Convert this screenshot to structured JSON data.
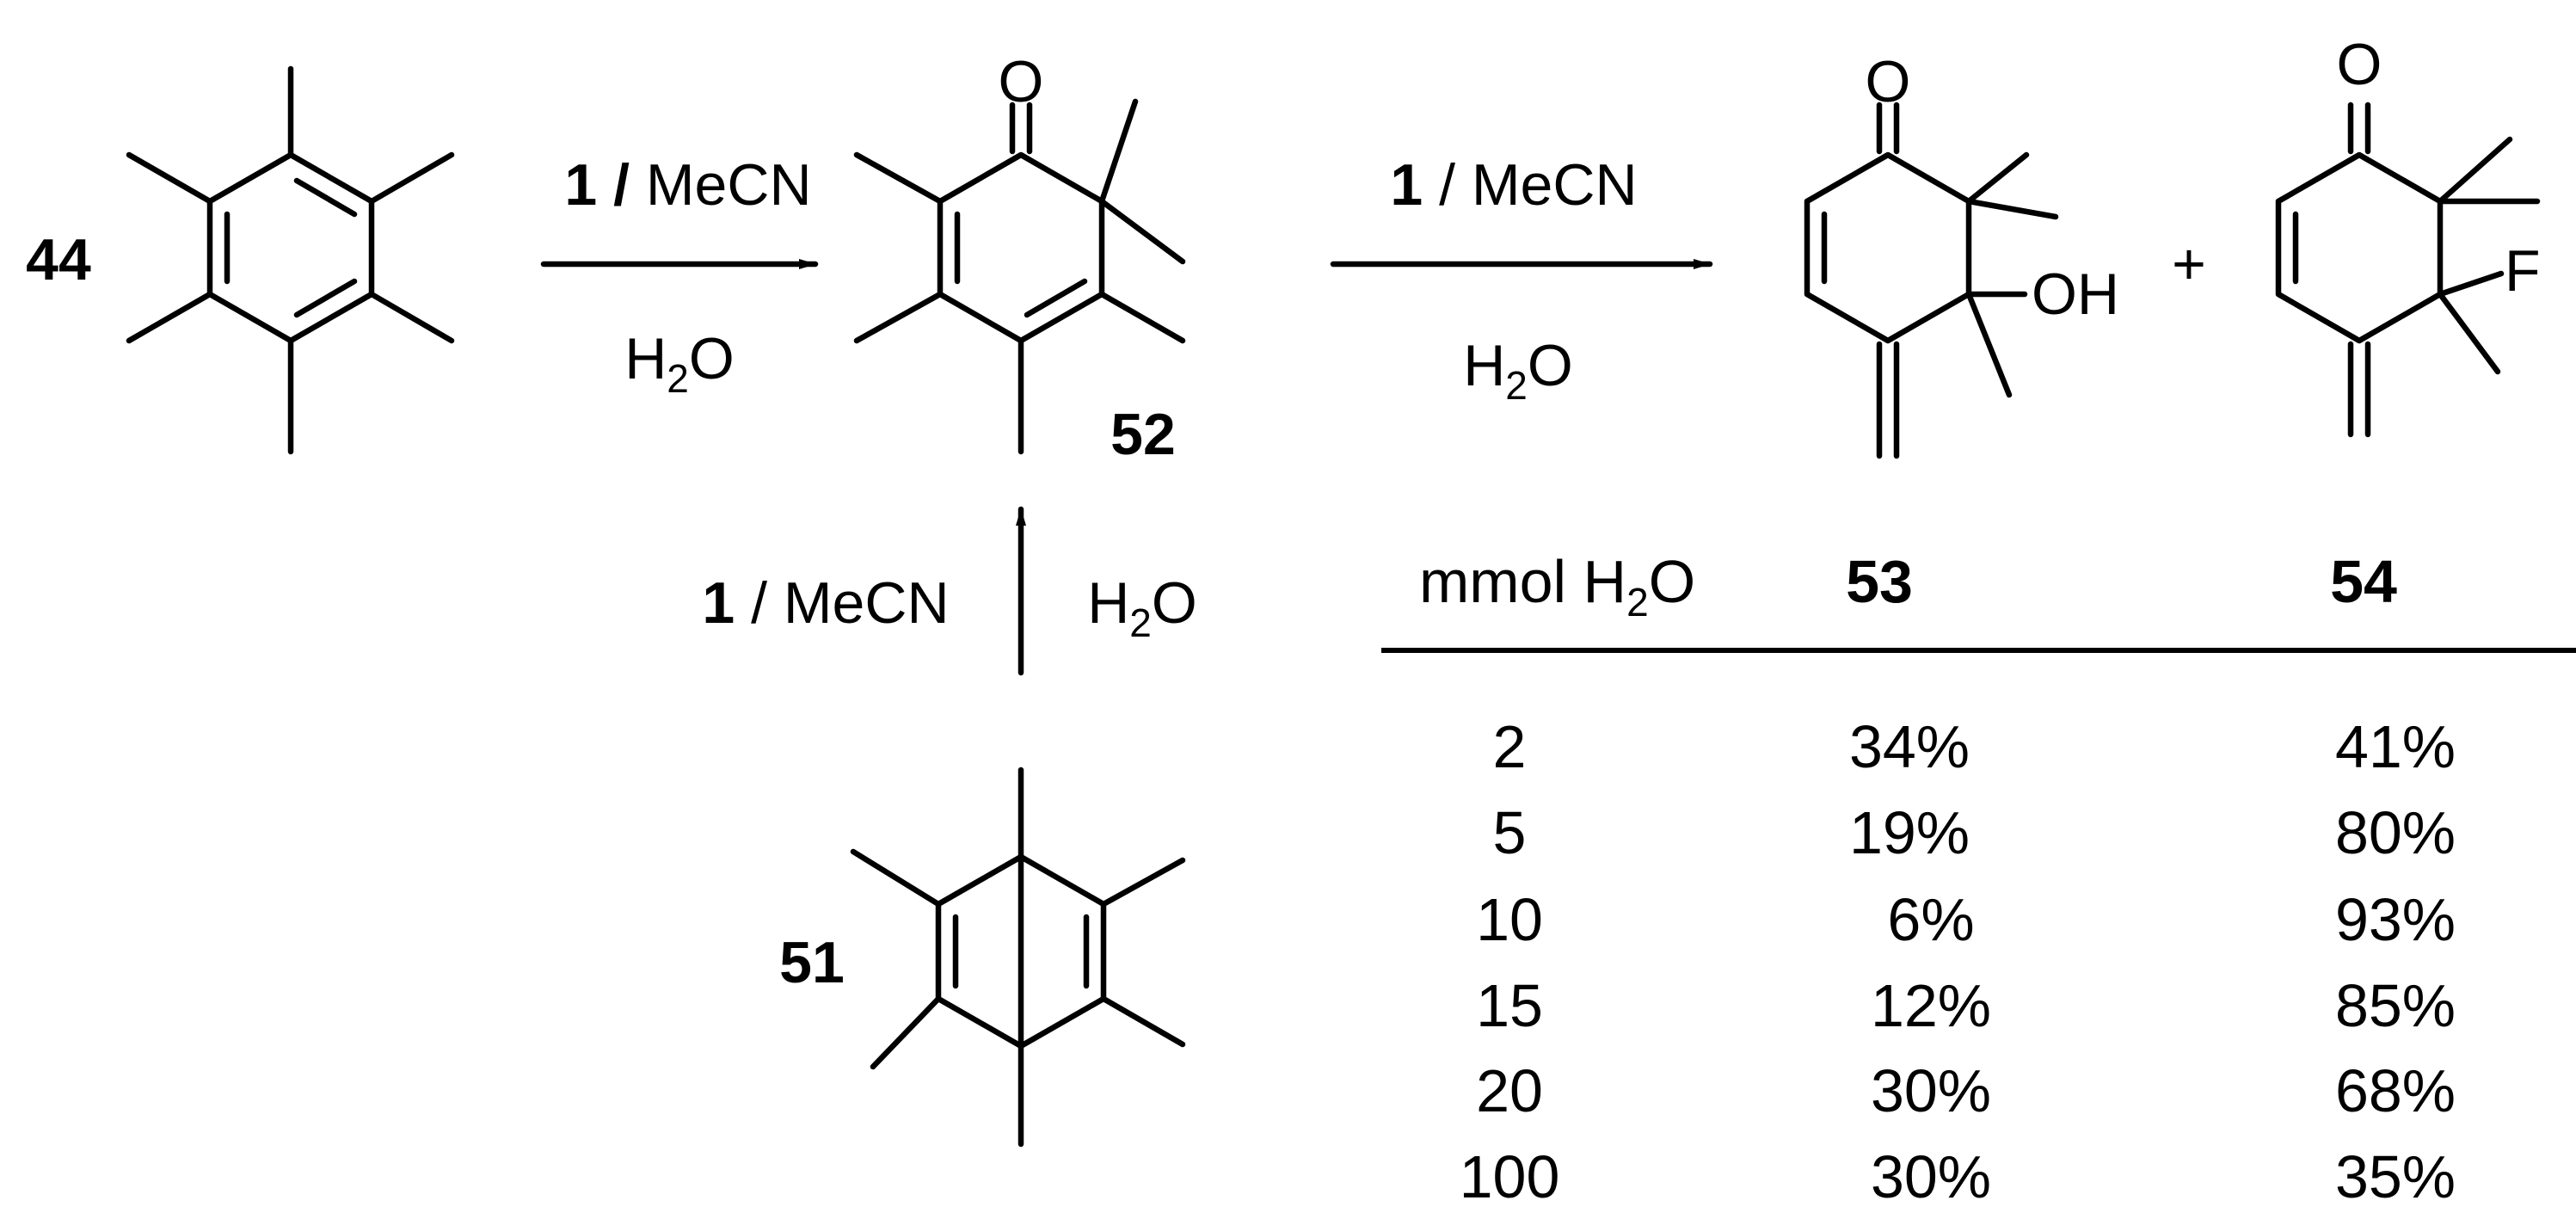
{
  "compounds": {
    "c44": "44",
    "c51": "51",
    "c52": "52",
    "c53": "53",
    "c54": "54"
  },
  "atoms": {
    "oxygen": "O",
    "hydroxyl": "OH",
    "fluorine": "F"
  },
  "arrows": {
    "reagent_number": "1",
    "slash_bold": " / ",
    "slash": " / ",
    "solvent": "MeCN",
    "water_h": "H",
    "water_sub": "2",
    "water_o": "O"
  },
  "plus_sign": "+",
  "table": {
    "header_mmol": "mmol H",
    "header_sub": "2",
    "header_o": "O",
    "col_53": "53",
    "col_54": "54",
    "rows": [
      {
        "mmol": "2",
        "y53": "34%",
        "y54": "41%"
      },
      {
        "mmol": "5",
        "y53": "19%",
        "y54": "80%"
      },
      {
        "mmol": "10",
        "y53": "6%",
        "y54": "93%"
      },
      {
        "mmol": "15",
        "y53": "12%",
        "y54": "85%"
      },
      {
        "mmol": "20",
        "y53": "30%",
        "y54": "68%"
      },
      {
        "mmol": "100",
        "y53": "30%",
        "y54": "35%"
      }
    ]
  }
}
